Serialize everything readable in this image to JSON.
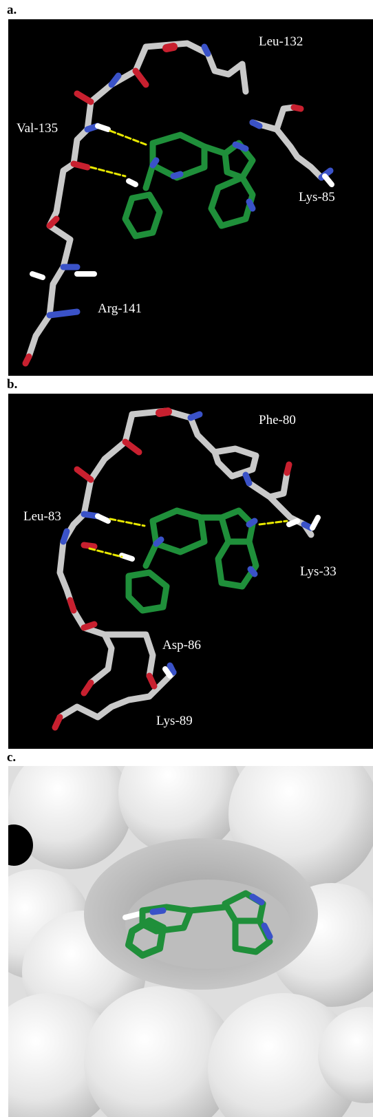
{
  "panels": [
    {
      "letter": "a.",
      "labels": {
        "leu": "Leu-132",
        "val": "Val-135",
        "lys": "Lys-85",
        "arg": "Arg-141"
      }
    },
    {
      "letter": "b.",
      "labels": {
        "phe": "Phe-80",
        "leu": "Leu-83",
        "lys33": "Lys-33",
        "asp": "Asp-86",
        "lys89": "Lys-89"
      }
    },
    {
      "letter": "c."
    }
  ],
  "colors": {
    "background": "#000000",
    "carbon": "#c9c9c9",
    "nitrogen": "#3a52c8",
    "oxygen": "#c8202f",
    "hydrogen": "#ffffff",
    "ligand": "#1f8f3a",
    "hbond": "#e8e800",
    "surface": "#e6e6e6"
  }
}
